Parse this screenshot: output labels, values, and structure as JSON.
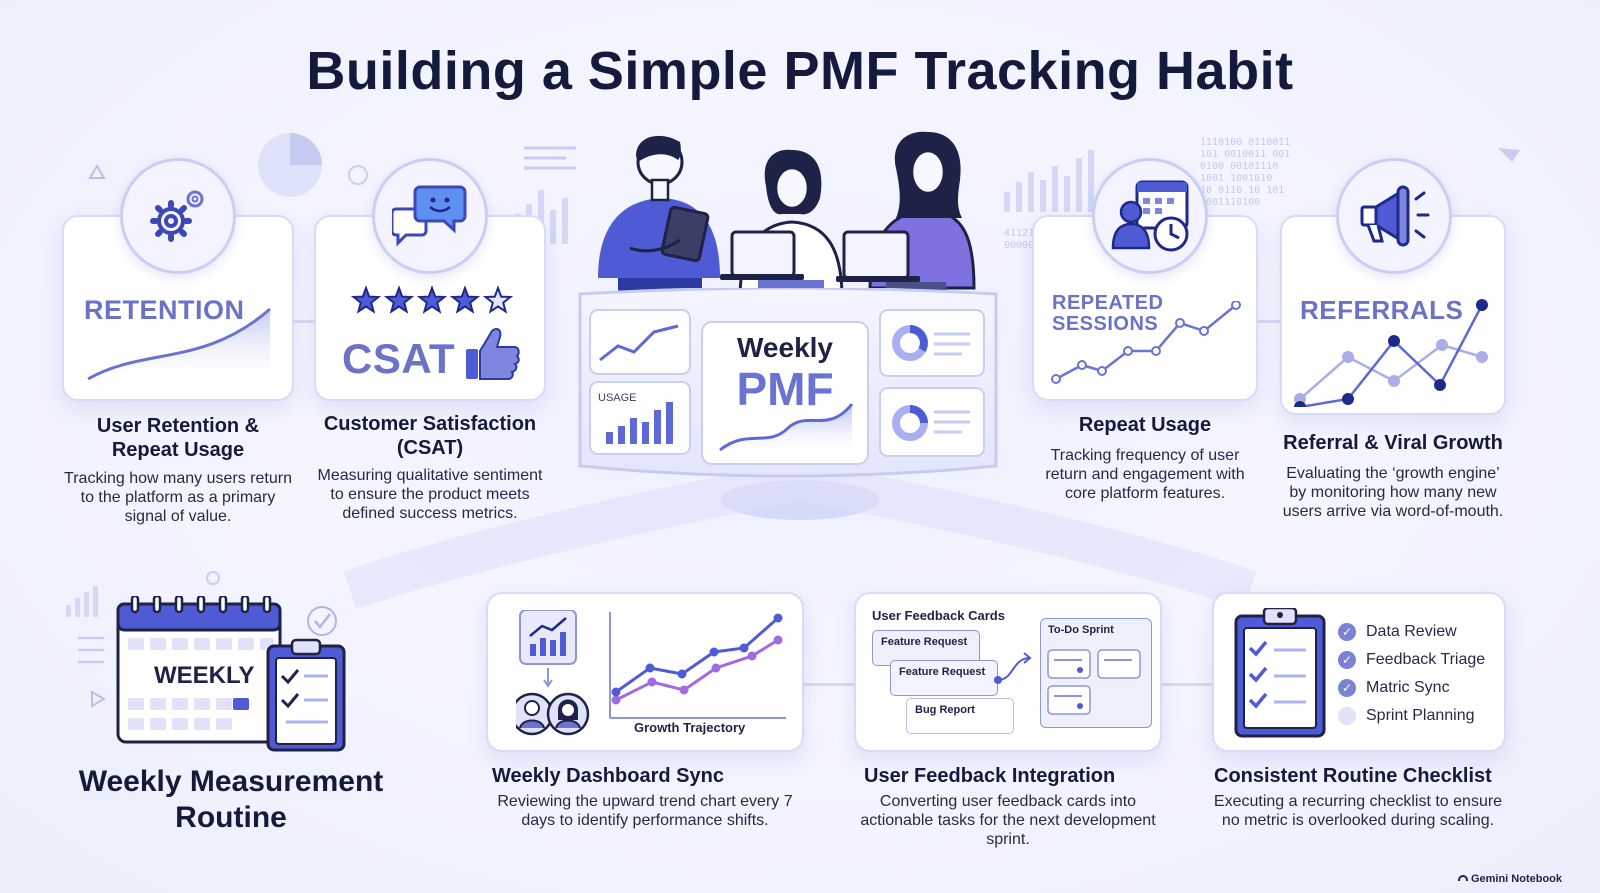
{
  "title": "Building a Simple PMF Tracking Habit",
  "colors": {
    "accent": "#6b73c7",
    "primary": "#4f5bd5",
    "heading": "#141a3c",
    "line": "#7e86e0"
  },
  "top_cards": {
    "retention": {
      "label": "RETENTION",
      "icon": "gears-icon",
      "heading": "User Retention & Repeat Usage",
      "description": "Tracking how many users return to the platform as a primary signal of value."
    },
    "csat": {
      "label": "CSAT",
      "icon": "chat-bubbles-icon",
      "stars_filled": 4,
      "stars_total": 5,
      "heading": "Customer Satisfaction (CSAT)",
      "description": "Measuring qualitative sentiment to ensure the product meets defined success metrics."
    },
    "repeated_sessions": {
      "label": "REPEATED SESSIONS",
      "icon": "user-calendar-clock-icon",
      "heading": "Repeat Usage",
      "description": "Tracking frequency of user return and engagement with core platform features."
    },
    "referrals": {
      "label": "REFERRALS",
      "icon": "megaphone-icon",
      "heading": "Referral & Viral Growth",
      "description": "Evaluating the ‘growth engine’ by monitoring how many new users arrive via word-of-mouth."
    }
  },
  "center_dashboard": {
    "title_line1": "Weekly",
    "title_line2": "PMF",
    "usage_label": "USAGE"
  },
  "weekly_routine": {
    "calendar_label": "WEEKLY",
    "heading": "Weekly Measurement Routine"
  },
  "bottom_cards": {
    "dashboard_sync": {
      "chart_caption": "Growth Trajectory",
      "heading": "Weekly Dashboard Sync",
      "description": "Reviewing the upward trend chart every 7 days to identify performance shifts."
    },
    "feedback": {
      "panel_title": "User Feedback Cards",
      "cards": [
        "Feature Request",
        "Feature Request",
        "Bug Report"
      ],
      "sprint_title": "To-Do Sprint",
      "heading": "User Feedback Integration",
      "description": "Converting user feedback cards into actionable tasks for the next development sprint."
    },
    "checklist": {
      "items": [
        {
          "label": "Data Review",
          "checked": true
        },
        {
          "label": "Feedback Triage",
          "checked": true
        },
        {
          "label": "Matric Sync",
          "checked": true
        },
        {
          "label": "Sprint Planning",
          "checked": false
        }
      ],
      "heading": "Consistent Routine Checklist",
      "description": "Executing a recurring checklist to ensure no metric is overlooked during scaling."
    }
  },
  "footer": "Gemini Notebook"
}
